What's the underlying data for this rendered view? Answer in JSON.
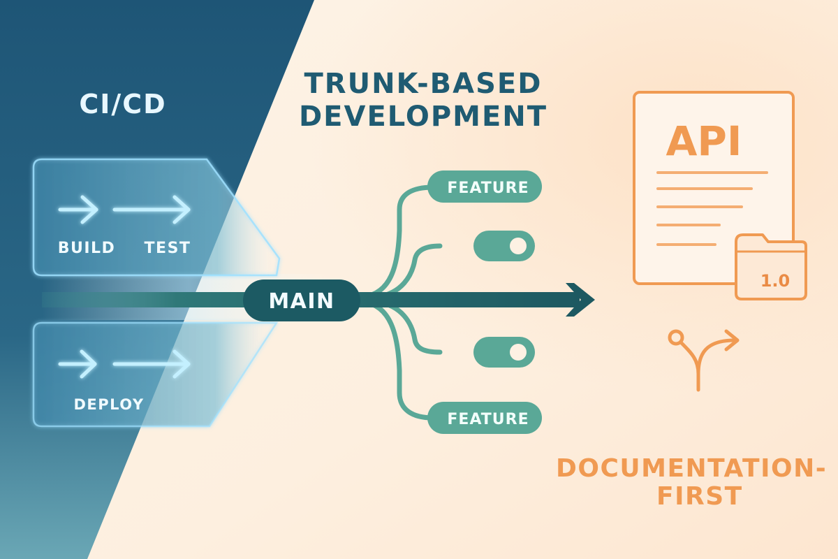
{
  "cicd": {
    "title": "CI/CD",
    "build_label": "BUILD",
    "test_label": "TEST",
    "deploy_label": "DEPLOY"
  },
  "trunk": {
    "title_line1": "TRUNK-BASED",
    "title_line2": "DEVELOPMENT",
    "main_label": "MAIN",
    "feature_top_label": "FEATURE",
    "feature_bottom_label": "FEATURE"
  },
  "docs": {
    "doc_title": "API",
    "version": "1.0",
    "title_line1": "DOCUMENTATION-",
    "title_line2": "FIRST"
  },
  "colors": {
    "cicd_dark": "#1f5878",
    "cicd_glow": "#7fd3ff",
    "trunk_teal": "#5aa897",
    "trunk_dark": "#1c5a63",
    "docs_orange": "#f09a52",
    "background": "#fdf1e3"
  }
}
